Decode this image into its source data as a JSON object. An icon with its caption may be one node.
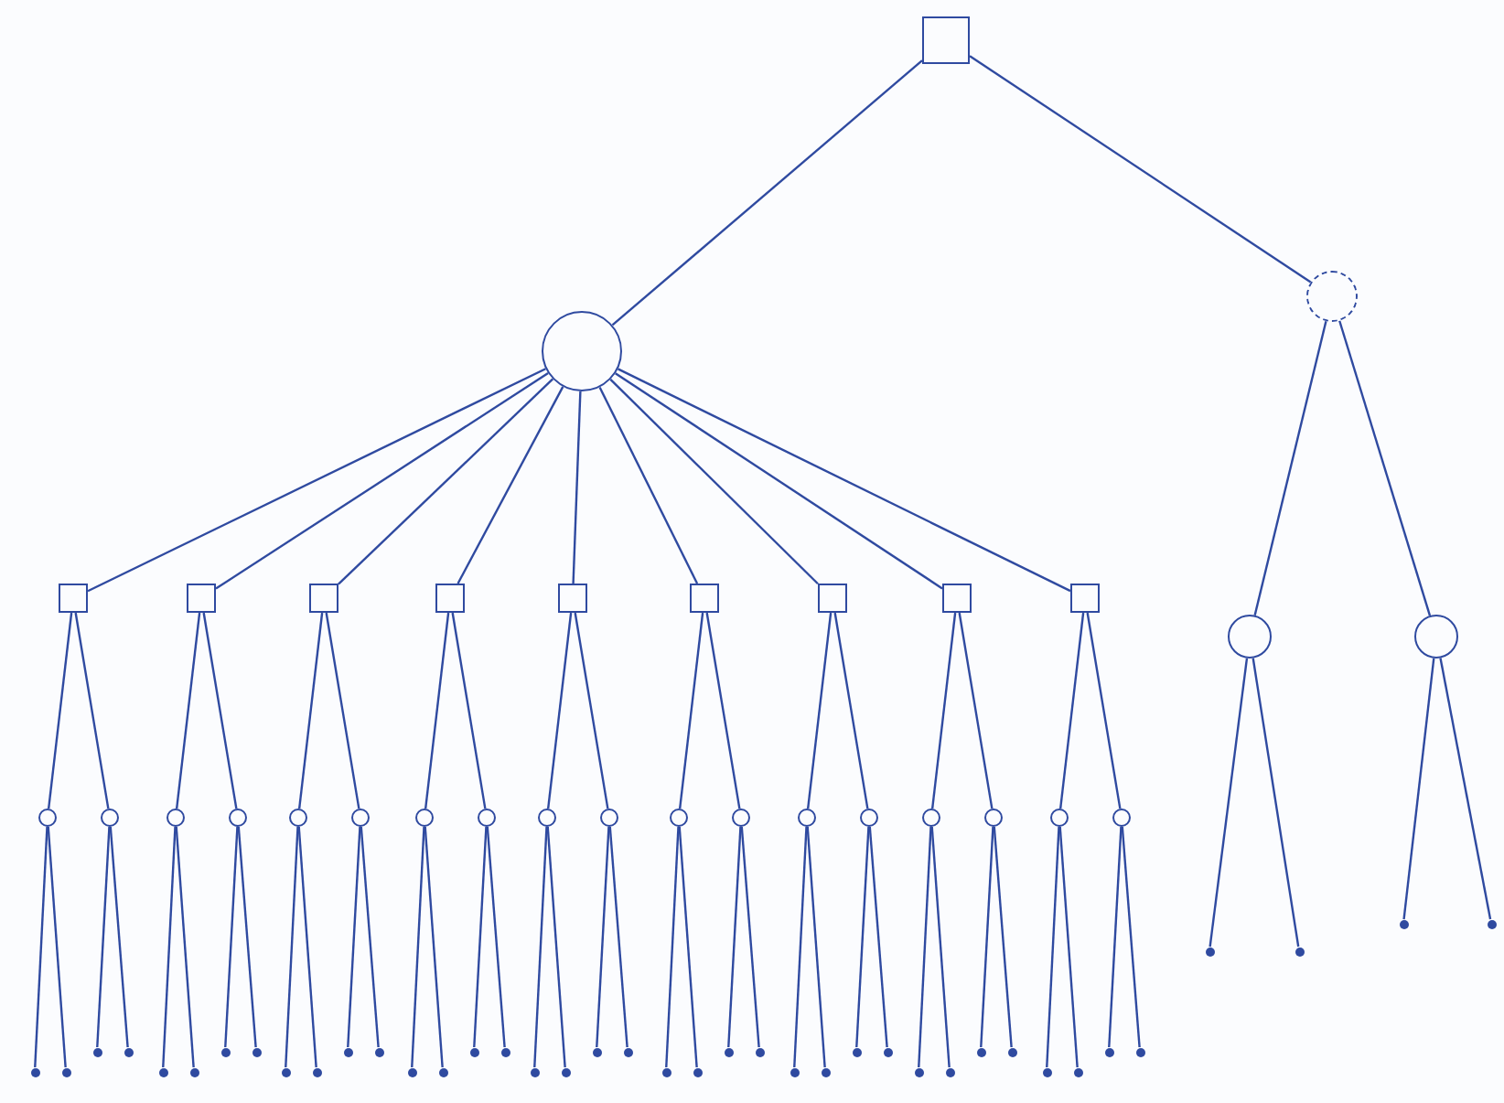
{
  "diagram": {
    "nodes": [
      {
        "text": [],
        "shape": "box"
      },
      {
        "text": [],
        "shape": "circle"
      },
      {
        "text": [],
        "shape": "circle"
      },
      {
        "text": [],
        "shape": "box"
      },
      {
        "text": [],
        "shape": "box"
      },
      {
        "text": [],
        "shape": "box"
      },
      {
        "text": [],
        "shape": "box"
      },
      {
        "text": [],
        "shape": "box"
      },
      {
        "text": [],
        "shape": "box"
      },
      {
        "text": [],
        "shape": "box"
      },
      {
        "text": [],
        "shape": "box"
      },
      {
        "text": [],
        "shape": "box"
      },
      {
        "text": [],
        "shape": "circle"
      },
      {
        "text": [],
        "shape": "circle"
      },
      {
        "text": [],
        "shape": "circle"
      },
      {
        "text": [],
        "shape": "circle"
      },
      {
        "text": [],
        "shape": "circle"
      },
      {
        "text": [],
        "shape": "circle"
      },
      {
        "text": [],
        "shape": "circle"
      },
      {
        "text": [],
        "shape": "circle"
      },
      {
        "text": [],
        "shape": "circle"
      },
      {
        "text": [],
        "shape": "circle"
      },
      {
        "text": [],
        "shape": "circle"
      },
      {
        "text": [],
        "shape": "circle"
      },
      {
        "text": [],
        "shape": "circle"
      },
      {
        "text": [],
        "shape": "circle"
      },
      {
        "text": [],
        "shape": "circle"
      },
      {
        "text": [],
        "shape": "circle"
      },
      {
        "text": [],
        "shape": "circle"
      },
      {
        "text": [],
        "shape": "circle"
      },
      {
        "text": [],
        "shape": "circle"
      },
      {
        "text": [],
        "shape": "circle"
      },
      {
        "text": [],
        "shape": "dot"
      },
      {
        "text": [],
        "shape": "dot"
      },
      {
        "text": [],
        "shape": "dot"
      },
      {
        "text": [],
        "shape": "dot"
      },
      {
        "text": [],
        "shape": "dot"
      },
      {
        "text": [],
        "shape": "dot"
      },
      {
        "text": [],
        "shape": "dot"
      },
      {
        "text": [],
        "shape": "dot"
      },
      {
        "text": [],
        "shape": "dot"
      },
      {
        "text": [],
        "shape": "dot"
      },
      {
        "text": [],
        "shape": "dot"
      },
      {
        "text": [],
        "shape": "dot"
      },
      {
        "text": [],
        "shape": "dot"
      },
      {
        "text": [],
        "shape": "dot"
      },
      {
        "text": [],
        "shape": "dot"
      },
      {
        "text": [],
        "shape": "dot"
      },
      {
        "text": [],
        "shape": "dot"
      },
      {
        "text": [],
        "shape": "dot"
      },
      {
        "text": [],
        "shape": "dot"
      },
      {
        "text": [],
        "shape": "dot"
      },
      {
        "text": [],
        "shape": "dot"
      },
      {
        "text": [],
        "shape": "dot"
      },
      {
        "text": [],
        "shape": "dot"
      },
      {
        "text": [],
        "shape": "dot"
      },
      {
        "text": [],
        "shape": "dot"
      },
      {
        "text": [],
        "shape": "dot"
      },
      {
        "text": [],
        "shape": "dot"
      },
      {
        "text": [],
        "shape": "dot"
      },
      {
        "text": [],
        "shape": "dot"
      },
      {
        "text": [],
        "shape": "dot"
      },
      {
        "text": [],
        "shape": "dot"
      },
      {
        "text": [],
        "shape": "dot"
      },
      {
        "text": [],
        "shape": "dot"
      },
      {
        "text": [],
        "shape": "dot"
      },
      {
        "text": [],
        "shape": "dot"
      },
      {
        "text": [],
        "shape": "dot"
      },
      {
        "text": [],
        "shape": "dot"
      },
      {
        "text": [],
        "shape": "dot"
      },
      {
        "text": [],
        "shape": "dot"
      },
      {
        "text": [],
        "shape": "dot"
      }
    ],
    "edges": [
      {
        "from": 0,
        "to": 1,
        "arrow": "none"
      },
      {
        "from": 0,
        "to": 2,
        "arrow": "none"
      },
      {
        "from": 1,
        "to": 3,
        "arrow": "none"
      },
      {
        "from": 1,
        "to": 4,
        "arrow": "none"
      },
      {
        "from": 1,
        "to": 5,
        "arrow": "none"
      },
      {
        "from": 1,
        "to": 6,
        "arrow": "none"
      },
      {
        "from": 1,
        "to": 7,
        "arrow": "none"
      },
      {
        "from": 1,
        "to": 8,
        "arrow": "none"
      },
      {
        "from": 1,
        "to": 9,
        "arrow": "none"
      },
      {
        "from": 1,
        "to": 10,
        "arrow": "none"
      },
      {
        "from": 1,
        "to": 11,
        "arrow": "none"
      },
      {
        "from": 2,
        "to": 12,
        "arrow": "none"
      },
      {
        "from": 2,
        "to": 13,
        "arrow": "none"
      },
      {
        "from": 3,
        "to": 14,
        "arrow": "none"
      },
      {
        "from": 3,
        "to": 15,
        "arrow": "none"
      },
      {
        "from": 4,
        "to": 16,
        "arrow": "none"
      },
      {
        "from": 4,
        "to": 17,
        "arrow": "none"
      },
      {
        "from": 5,
        "to": 18,
        "arrow": "none"
      },
      {
        "from": 5,
        "to": 19,
        "arrow": "none"
      },
      {
        "from": 6,
        "to": 20,
        "arrow": "none"
      },
      {
        "from": 6,
        "to": 21,
        "arrow": "none"
      },
      {
        "from": 7,
        "to": 22,
        "arrow": "none"
      },
      {
        "from": 7,
        "to": 23,
        "arrow": "none"
      },
      {
        "from": 8,
        "to": 24,
        "arrow": "none"
      },
      {
        "from": 8,
        "to": 25,
        "arrow": "none"
      },
      {
        "from": 9,
        "to": 26,
        "arrow": "none"
      },
      {
        "from": 9,
        "to": 27,
        "arrow": "none"
      },
      {
        "from": 10,
        "to": 28,
        "arrow": "none"
      },
      {
        "from": 10,
        "to": 29,
        "arrow": "none"
      },
      {
        "from": 11,
        "to": 30,
        "arrow": "none"
      },
      {
        "from": 11,
        "to": 31,
        "arrow": "none"
      },
      {
        "from": 14,
        "to": 32,
        "arrow": "none"
      },
      {
        "from": 14,
        "to": 33,
        "arrow": "none"
      },
      {
        "from": 15,
        "to": 34,
        "arrow": "none"
      },
      {
        "from": 15,
        "to": 35,
        "arrow": "none"
      },
      {
        "from": 16,
        "to": 36,
        "arrow": "none"
      },
      {
        "from": 16,
        "to": 37,
        "arrow": "none"
      },
      {
        "from": 17,
        "to": 38,
        "arrow": "none"
      },
      {
        "from": 17,
        "to": 39,
        "arrow": "none"
      },
      {
        "from": 18,
        "to": 40,
        "arrow": "none"
      },
      {
        "from": 18,
        "to": 41,
        "arrow": "none"
      },
      {
        "from": 19,
        "to": 42,
        "arrow": "none"
      },
      {
        "from": 19,
        "to": 43,
        "arrow": "none"
      },
      {
        "from": 20,
        "to": 44,
        "arrow": "none"
      },
      {
        "from": 20,
        "to": 45,
        "arrow": "none"
      },
      {
        "from": 21,
        "to": 46,
        "arrow": "none"
      },
      {
        "from": 21,
        "to": 47,
        "arrow": "none"
      },
      {
        "from": 22,
        "to": 48,
        "arrow": "none"
      },
      {
        "from": 22,
        "to": 49,
        "arrow": "none"
      },
      {
        "from": 23,
        "to": 50,
        "arrow": "none"
      },
      {
        "from": 23,
        "to": 51,
        "arrow": "none"
      },
      {
        "from": 24,
        "to": 52,
        "arrow": "none"
      },
      {
        "from": 24,
        "to": 53,
        "arrow": "none"
      },
      {
        "from": 25,
        "to": 54,
        "arrow": "none"
      },
      {
        "from": 25,
        "to": 55,
        "arrow": "none"
      },
      {
        "from": 26,
        "to": 56,
        "arrow": "none"
      },
      {
        "from": 26,
        "to": 57,
        "arrow": "none"
      },
      {
        "from": 27,
        "to": 58,
        "arrow": "none"
      },
      {
        "from": 27,
        "to": 59,
        "arrow": "none"
      },
      {
        "from": 28,
        "to": 60,
        "arrow": "none"
      },
      {
        "from": 28,
        "to": 61,
        "arrow": "none"
      },
      {
        "from": 29,
        "to": 62,
        "arrow": "none"
      },
      {
        "from": 29,
        "to": 63,
        "arrow": "none"
      },
      {
        "from": 30,
        "to": 64,
        "arrow": "none"
      },
      {
        "from": 30,
        "to": 65,
        "arrow": "none"
      },
      {
        "from": 31,
        "to": 66,
        "arrow": "none"
      },
      {
        "from": 31,
        "to": 67,
        "arrow": "none"
      },
      {
        "from": 12,
        "to": 68,
        "arrow": "none"
      },
      {
        "from": 12,
        "to": 69,
        "arrow": "none"
      },
      {
        "from": 13,
        "to": 70,
        "arrow": "none"
      },
      {
        "from": 13,
        "to": 71,
        "arrow": "none"
      }
    ]
  }
}
